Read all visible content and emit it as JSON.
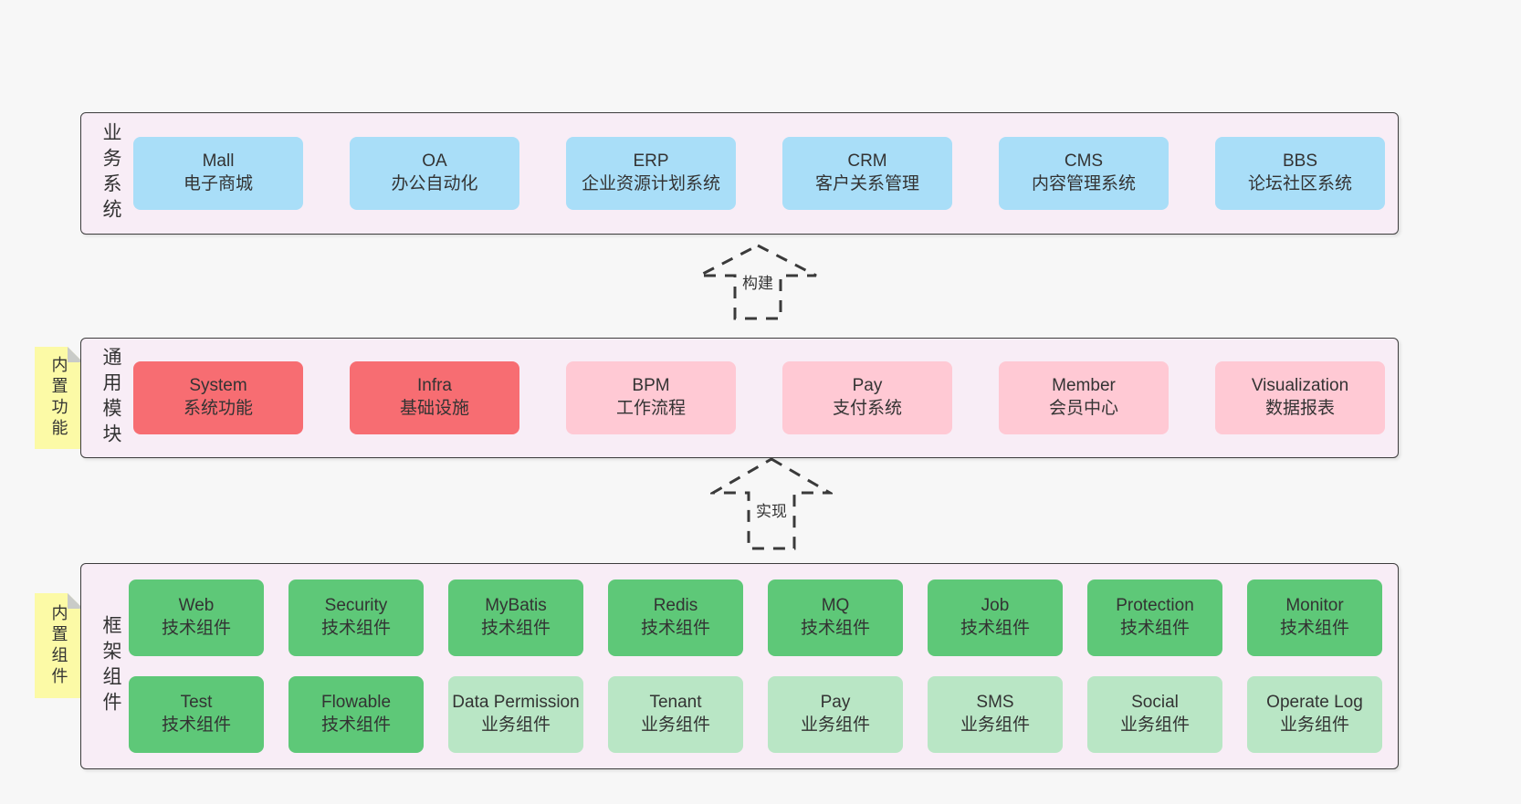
{
  "palette": {
    "page_bg": "#f7f7f7",
    "panel_bg": "#f8edf6",
    "panel_border": "#3d3d3d",
    "blue_box": "#a9def8",
    "red_box": "#f76d72",
    "pink_box": "#ffc9d4",
    "green_dark_box": "#5ec878",
    "green_light_box": "#b9e6c5",
    "sticky_yellow": "#fcfaa6",
    "sticky_fold_gray": "#c9cbc8",
    "text": "#363636"
  },
  "business_layer": {
    "side_label": "业务系统",
    "items": [
      {
        "title": "Mall",
        "subtitle": "电子商城"
      },
      {
        "title": "OA",
        "subtitle": "办公自动化"
      },
      {
        "title": "ERP",
        "subtitle": "企业资源计划系统"
      },
      {
        "title": "CRM",
        "subtitle": "客户关系管理"
      },
      {
        "title": "CMS",
        "subtitle": "内容管理系统"
      },
      {
        "title": "BBS",
        "subtitle": "论坛社区系统"
      }
    ]
  },
  "build_arrow": {
    "label": "构建"
  },
  "module_layer": {
    "sticky_label": "内置功能",
    "side_label": "通用模块",
    "items": [
      {
        "title": "System",
        "subtitle": "系统功能"
      },
      {
        "title": "Infra",
        "subtitle": "基础设施"
      },
      {
        "title": "BPM",
        "subtitle": "工作流程"
      },
      {
        "title": "Pay",
        "subtitle": "支付系统"
      },
      {
        "title": "Member",
        "subtitle": "会员中心"
      },
      {
        "title": "Visualization",
        "subtitle": "数据报表"
      }
    ]
  },
  "implement_arrow": {
    "label": "实现"
  },
  "component_layer": {
    "sticky_label": "内置组件",
    "side_label": "框架组件",
    "row1": [
      {
        "title": "Web",
        "subtitle": "技术组件"
      },
      {
        "title": "Security",
        "subtitle": "技术组件"
      },
      {
        "title": "MyBatis",
        "subtitle": "技术组件"
      },
      {
        "title": "Redis",
        "subtitle": "技术组件"
      },
      {
        "title": "MQ",
        "subtitle": "技术组件"
      },
      {
        "title": "Job",
        "subtitle": "技术组件"
      },
      {
        "title": "Protection",
        "subtitle": "技术组件"
      },
      {
        "title": "Monitor",
        "subtitle": "技术组件"
      }
    ],
    "row2": [
      {
        "title": "Test",
        "subtitle": "技术组件"
      },
      {
        "title": "Flowable",
        "subtitle": "技术组件"
      },
      {
        "title": "Data Permission",
        "subtitle": "业务组件"
      },
      {
        "title": "Tenant",
        "subtitle": "业务组件"
      },
      {
        "title": "Pay",
        "subtitle": "业务组件"
      },
      {
        "title": "SMS",
        "subtitle": "业务组件"
      },
      {
        "title": "Social",
        "subtitle": "业务组件"
      },
      {
        "title": "Operate Log",
        "subtitle": "业务组件"
      }
    ]
  }
}
